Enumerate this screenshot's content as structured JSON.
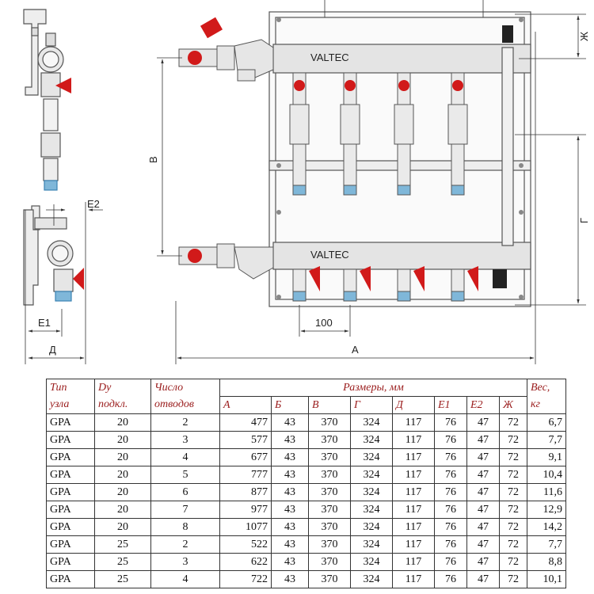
{
  "drawing": {
    "labels": {
      "a": "А",
      "b": "В",
      "g": "Г",
      "d": "Д",
      "e1": "Е1",
      "e2": "Е2",
      "zh": "Ж",
      "step": "100",
      "brand": "VALTEC"
    }
  },
  "table": {
    "headers": {
      "type_1": "Тип",
      "type_2": "узла",
      "dy_1": "Dy",
      "dy_2": "подкл.",
      "num_1": "Число",
      "num_2": "отводов",
      "sizes": "Размеры, мм",
      "weight_1": "Вес,",
      "weight_2": "кг",
      "col_a": "А",
      "col_b": "Б",
      "col_v": "В",
      "col_g": "Г",
      "col_d": "Д",
      "col_e1": "Е1",
      "col_e2": "Е2",
      "col_zh": "Ж"
    },
    "rows": [
      [
        "GPA",
        "20",
        "2",
        "477",
        "43",
        "370",
        "324",
        "117",
        "76",
        "47",
        "72",
        "6,7"
      ],
      [
        "GPA",
        "20",
        "3",
        "577",
        "43",
        "370",
        "324",
        "117",
        "76",
        "47",
        "72",
        "7,7"
      ],
      [
        "GPA",
        "20",
        "4",
        "677",
        "43",
        "370",
        "324",
        "117",
        "76",
        "47",
        "72",
        "9,1"
      ],
      [
        "GPA",
        "20",
        "5",
        "777",
        "43",
        "370",
        "324",
        "117",
        "76",
        "47",
        "72",
        "10,4"
      ],
      [
        "GPA",
        "20",
        "6",
        "877",
        "43",
        "370",
        "324",
        "117",
        "76",
        "47",
        "72",
        "11,6"
      ],
      [
        "GPA",
        "20",
        "7",
        "977",
        "43",
        "370",
        "324",
        "117",
        "76",
        "47",
        "72",
        "12,9"
      ],
      [
        "GPA",
        "20",
        "8",
        "1077",
        "43",
        "370",
        "324",
        "117",
        "76",
        "47",
        "72",
        "14,2"
      ],
      [
        "GPA",
        "25",
        "2",
        "522",
        "43",
        "370",
        "324",
        "117",
        "76",
        "47",
        "72",
        "7,7"
      ],
      [
        "GPA",
        "25",
        "3",
        "622",
        "43",
        "370",
        "324",
        "117",
        "76",
        "47",
        "72",
        "8,8"
      ],
      [
        "GPA",
        "25",
        "4",
        "722",
        "43",
        "370",
        "324",
        "117",
        "76",
        "47",
        "72",
        "10,1"
      ]
    ]
  }
}
